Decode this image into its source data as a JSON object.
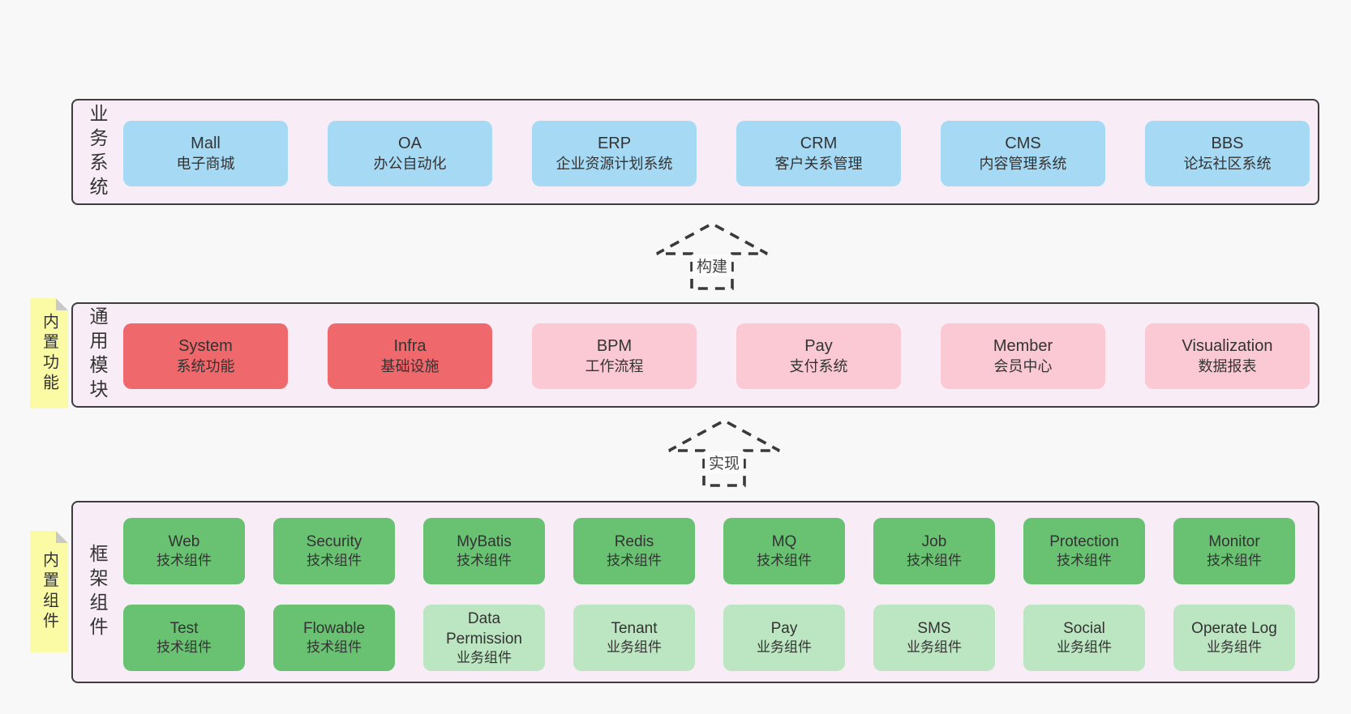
{
  "page": {
    "background": "#f8f8f8"
  },
  "colors": {
    "blue": "#a6d9f3",
    "red": "#ef686b",
    "pink": "#fbc9d3",
    "green": "#69c172",
    "green_light": "#bce5c1",
    "band_bg": "#f8edf6",
    "band_border": "#3d3d3d",
    "sticky_bg": "#fbfba6",
    "sticky_fold": "#c9c9c9",
    "arrow_stroke": "#3a3a3a",
    "text": "#333333"
  },
  "bands": [
    {
      "id": "business",
      "label": "业务系统",
      "layout": "wide",
      "sticky": null,
      "rows": [
        [
          {
            "en": "Mall",
            "zh": "电子商城",
            "variant": "blue"
          },
          {
            "en": "OA",
            "zh": "办公自动化",
            "variant": "blue"
          },
          {
            "en": "ERP",
            "zh": "企业资源计划系统",
            "variant": "blue"
          },
          {
            "en": "CRM",
            "zh": "客户关系管理",
            "variant": "blue"
          },
          {
            "en": "CMS",
            "zh": "内容管理系统",
            "variant": "blue"
          },
          {
            "en": "BBS",
            "zh": "论坛社区系统",
            "variant": "blue"
          }
        ]
      ]
    },
    {
      "id": "modules",
      "label": "通用模块",
      "layout": "wide",
      "sticky": "内置功能",
      "rows": [
        [
          {
            "en": "System",
            "zh": "系统功能",
            "variant": "red"
          },
          {
            "en": "Infra",
            "zh": "基础设施",
            "variant": "red"
          },
          {
            "en": "BPM",
            "zh": "工作流程",
            "variant": "pink"
          },
          {
            "en": "Pay",
            "zh": "支付系统",
            "variant": "pink"
          },
          {
            "en": "Member",
            "zh": "会员中心",
            "variant": "pink"
          },
          {
            "en": "Visualization",
            "zh": "数据报表",
            "variant": "pink"
          }
        ]
      ]
    },
    {
      "id": "components",
      "label": "框架组件",
      "layout": "grid",
      "sticky": "内置组件",
      "rows": [
        [
          {
            "en": "Web",
            "zh": "技术组件",
            "variant": "green"
          },
          {
            "en": "Security",
            "zh": "技术组件",
            "variant": "green"
          },
          {
            "en": "MyBatis",
            "zh": "技术组件",
            "variant": "green"
          },
          {
            "en": "Redis",
            "zh": "技术组件",
            "variant": "green"
          },
          {
            "en": "MQ",
            "zh": "技术组件",
            "variant": "green"
          },
          {
            "en": "Job",
            "zh": "技术组件",
            "variant": "green"
          },
          {
            "en": "Protection",
            "zh": "技术组件",
            "variant": "green"
          },
          {
            "en": "Monitor",
            "zh": "技术组件",
            "variant": "green"
          }
        ],
        [
          {
            "en": "Test",
            "zh": "技术组件",
            "variant": "green"
          },
          {
            "en": "Flowable",
            "zh": "技术组件",
            "variant": "green"
          },
          {
            "en": "Data Permission",
            "zh": "业务组件",
            "variant": "green_light"
          },
          {
            "en": "Tenant",
            "zh": "业务组件",
            "variant": "green_light"
          },
          {
            "en": "Pay",
            "zh": "业务组件",
            "variant": "green_light"
          },
          {
            "en": "SMS",
            "zh": "业务组件",
            "variant": "green_light"
          },
          {
            "en": "Social",
            "zh": "业务组件",
            "variant": "green_light"
          },
          {
            "en": "Operate Log",
            "zh": "业务组件",
            "variant": "green_light"
          }
        ]
      ]
    }
  ],
  "arrows": [
    {
      "id": "build",
      "label": "构建"
    },
    {
      "id": "implement",
      "label": "实现"
    }
  ]
}
